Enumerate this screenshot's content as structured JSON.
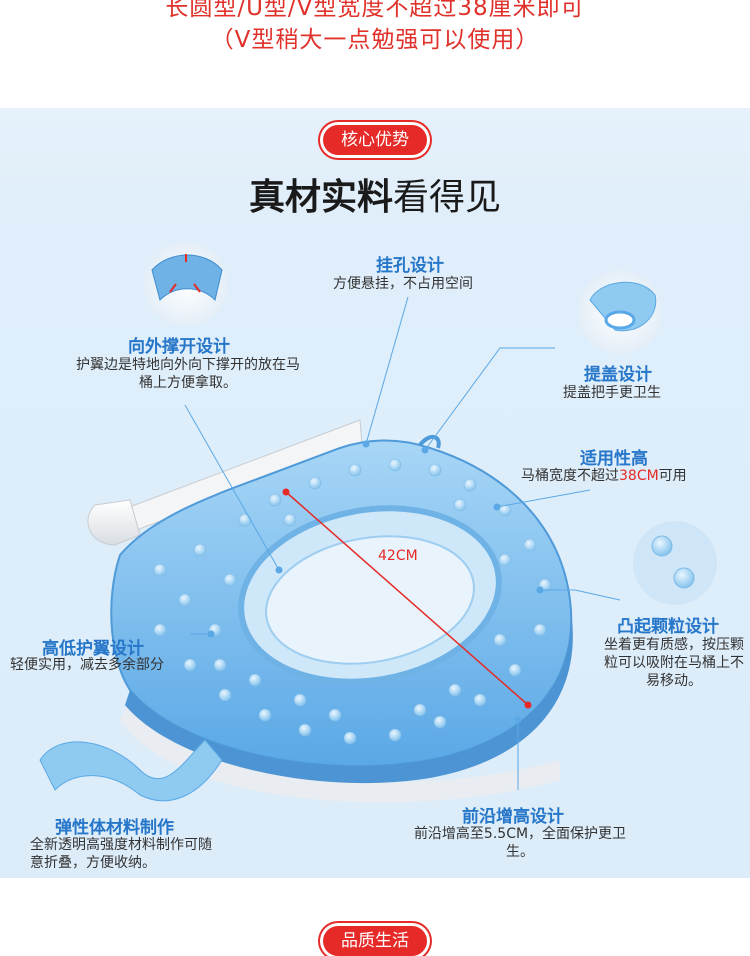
{
  "top": {
    "line1": "长圆型/U型/V型宽度不超过38厘米即可",
    "line2": "（V型稍大一点勉强可以使用）"
  },
  "section": {
    "badge": "核心优势",
    "headline_bold": "真材实料",
    "headline_light": "看得见"
  },
  "features": {
    "hang_hole": {
      "title": "挂孔设计",
      "desc": "方便悬挂，不占用空间"
    },
    "outward": {
      "title": "向外撑开设计",
      "desc": "护翼边是特地向外向下撑开的放在马桶上方便拿取。"
    },
    "lift_lid": {
      "title": "提盖设计",
      "desc": "提盖把手更卫生"
    },
    "fit": {
      "title": "适用性高",
      "desc_prefix": "马桶宽度不超过",
      "desc_highlight": "38CM",
      "desc_suffix": "可用"
    },
    "raised_dots": {
      "title": "凸起颗粒设计",
      "desc": "坐着更有质感，按压颗粒可以吸附在马桶上不易移动。"
    },
    "wing": {
      "title": "高低护翼设计",
      "desc": "轻便实用，减去多余部分"
    },
    "elastic": {
      "title": "弹性体材料制作",
      "desc": "全新透明高强度材料制作可随意折叠，方便收纳。"
    },
    "front_edge": {
      "title": "前沿增高设计",
      "desc": "前沿增高至5.5CM，全面保护更卫生。"
    }
  },
  "measure_label": "42CM",
  "bottom": {
    "badge": "品质生活"
  },
  "colors": {
    "accent_red": "#e52a28",
    "title_blue": "#2676c9",
    "pad_blue": "#7ec0ee"
  }
}
